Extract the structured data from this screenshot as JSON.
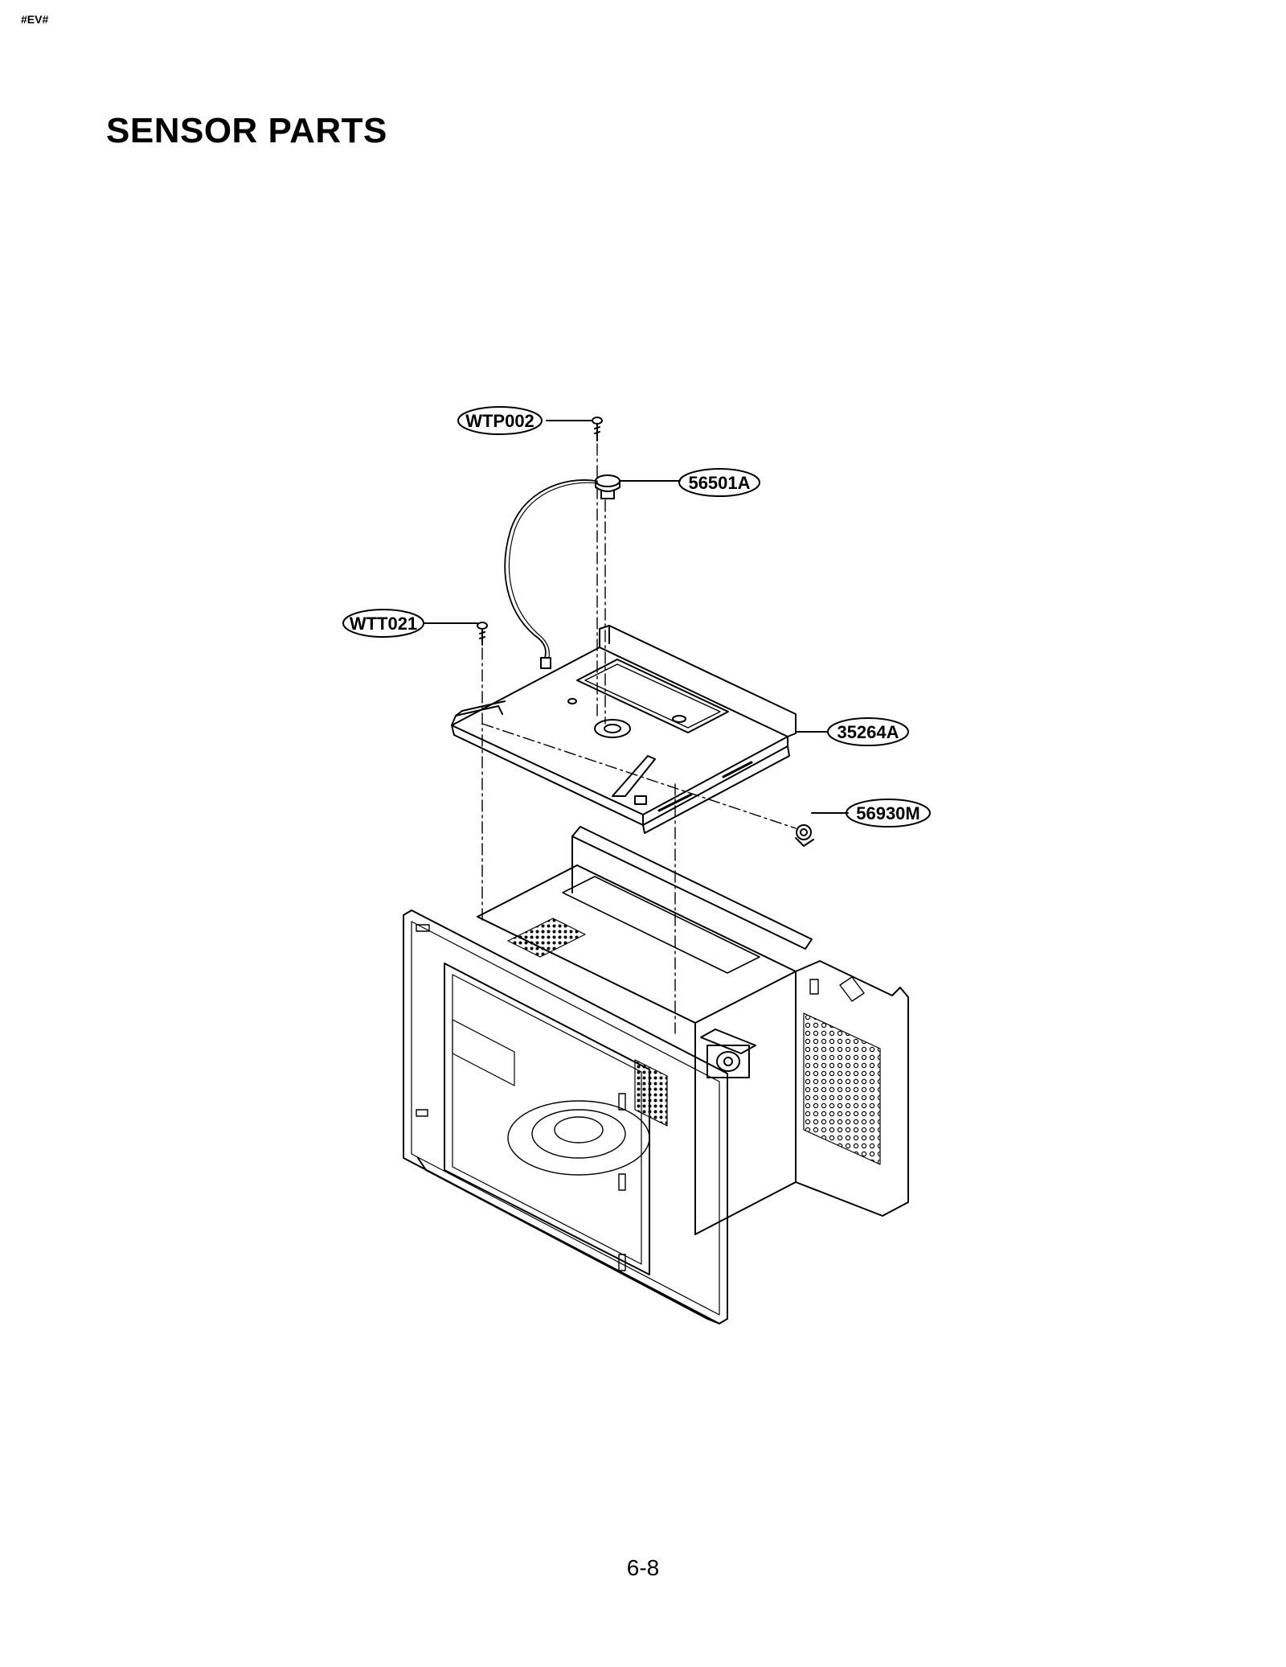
{
  "header": {
    "doc_code": "#EV#"
  },
  "page": {
    "title": "SENSOR PARTS",
    "number": "6-8"
  },
  "parts": {
    "wtp002": "WTP002",
    "p56501a": "56501A",
    "wtt021": "WTT021",
    "p35264a": "35264A",
    "p56930m": "56930M"
  }
}
